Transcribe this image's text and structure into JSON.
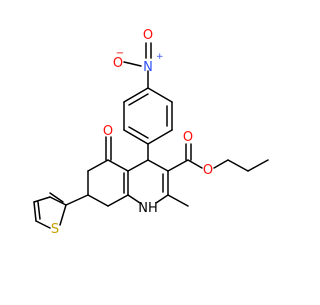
{
  "atom_labels": {
    "nitro_n": "N",
    "nitro_n_charge": "+",
    "nitro_o_top": "O",
    "nitro_o_left": "O",
    "nitro_o_left_charge": "−",
    "ketone_o": "O",
    "ester_o_carbonyl": "O",
    "ester_o_ether": "O",
    "ring_nh": "NH",
    "thiophene_s": "S"
  },
  "colors": {
    "bond": "#000000",
    "oxygen": "#ff0d0d",
    "nitrogen": "#3050f8",
    "sulfur": "#c6a000"
  }
}
